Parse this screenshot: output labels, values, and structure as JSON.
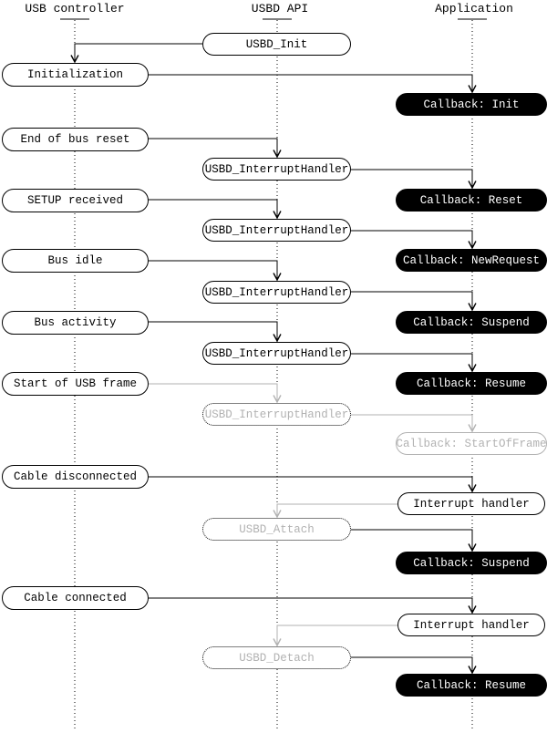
{
  "diagram_type": "sequence-diagram",
  "colors": {
    "ink": "#000000",
    "dimmed": "#b2b2b2",
    "paper": "#ffffff"
  },
  "columns": [
    {
      "label": "USB controller"
    },
    {
      "label": "USBD API"
    },
    {
      "label": "Application"
    }
  ],
  "nodes": {
    "usbd_init": {
      "label": "USBD_Init"
    },
    "initialization": {
      "label": "Initialization"
    },
    "callback_init": {
      "label": "Callback: Init"
    },
    "end_of_bus_reset": {
      "label": "End of bus reset"
    },
    "usbd_interrupt_handler_1": {
      "label": "USBD_InterruptHandler"
    },
    "callback_reset": {
      "label": "Callback: Reset"
    },
    "setup_received": {
      "label": "SETUP received"
    },
    "usbd_interrupt_handler_2": {
      "label": "USBD_InterruptHandler"
    },
    "callback_new_request": {
      "label": "Callback: NewRequest"
    },
    "bus_idle": {
      "label": "Bus idle"
    },
    "usbd_interrupt_handler_3": {
      "label": "USBD_InterruptHandler"
    },
    "callback_suspend_1": {
      "label": "Callback: Suspend"
    },
    "bus_activity": {
      "label": "Bus activity"
    },
    "usbd_interrupt_handler_4": {
      "label": "USBD_InterruptHandler"
    },
    "callback_resume_1": {
      "label": "Callback: Resume"
    },
    "start_of_usb_frame": {
      "label": "Start of USB frame"
    },
    "usbd_interrupt_handler_5": {
      "label": "USBD_InterruptHandler"
    },
    "callback_start_of_frame": {
      "label": "Callback: StartOfFrame"
    },
    "cable_disconnected": {
      "label": "Cable disconnected"
    },
    "interrupt_handler_1": {
      "label": "Interrupt handler"
    },
    "usbd_attach": {
      "label": "USBD_Attach"
    },
    "callback_suspend_2": {
      "label": "Callback: Suspend"
    },
    "cable_connected": {
      "label": "Cable connected"
    },
    "interrupt_handler_2": {
      "label": "Interrupt handler"
    },
    "usbd_detach": {
      "label": "USBD_Detach"
    },
    "callback_resume_2": {
      "label": "Callback: Resume"
    }
  }
}
